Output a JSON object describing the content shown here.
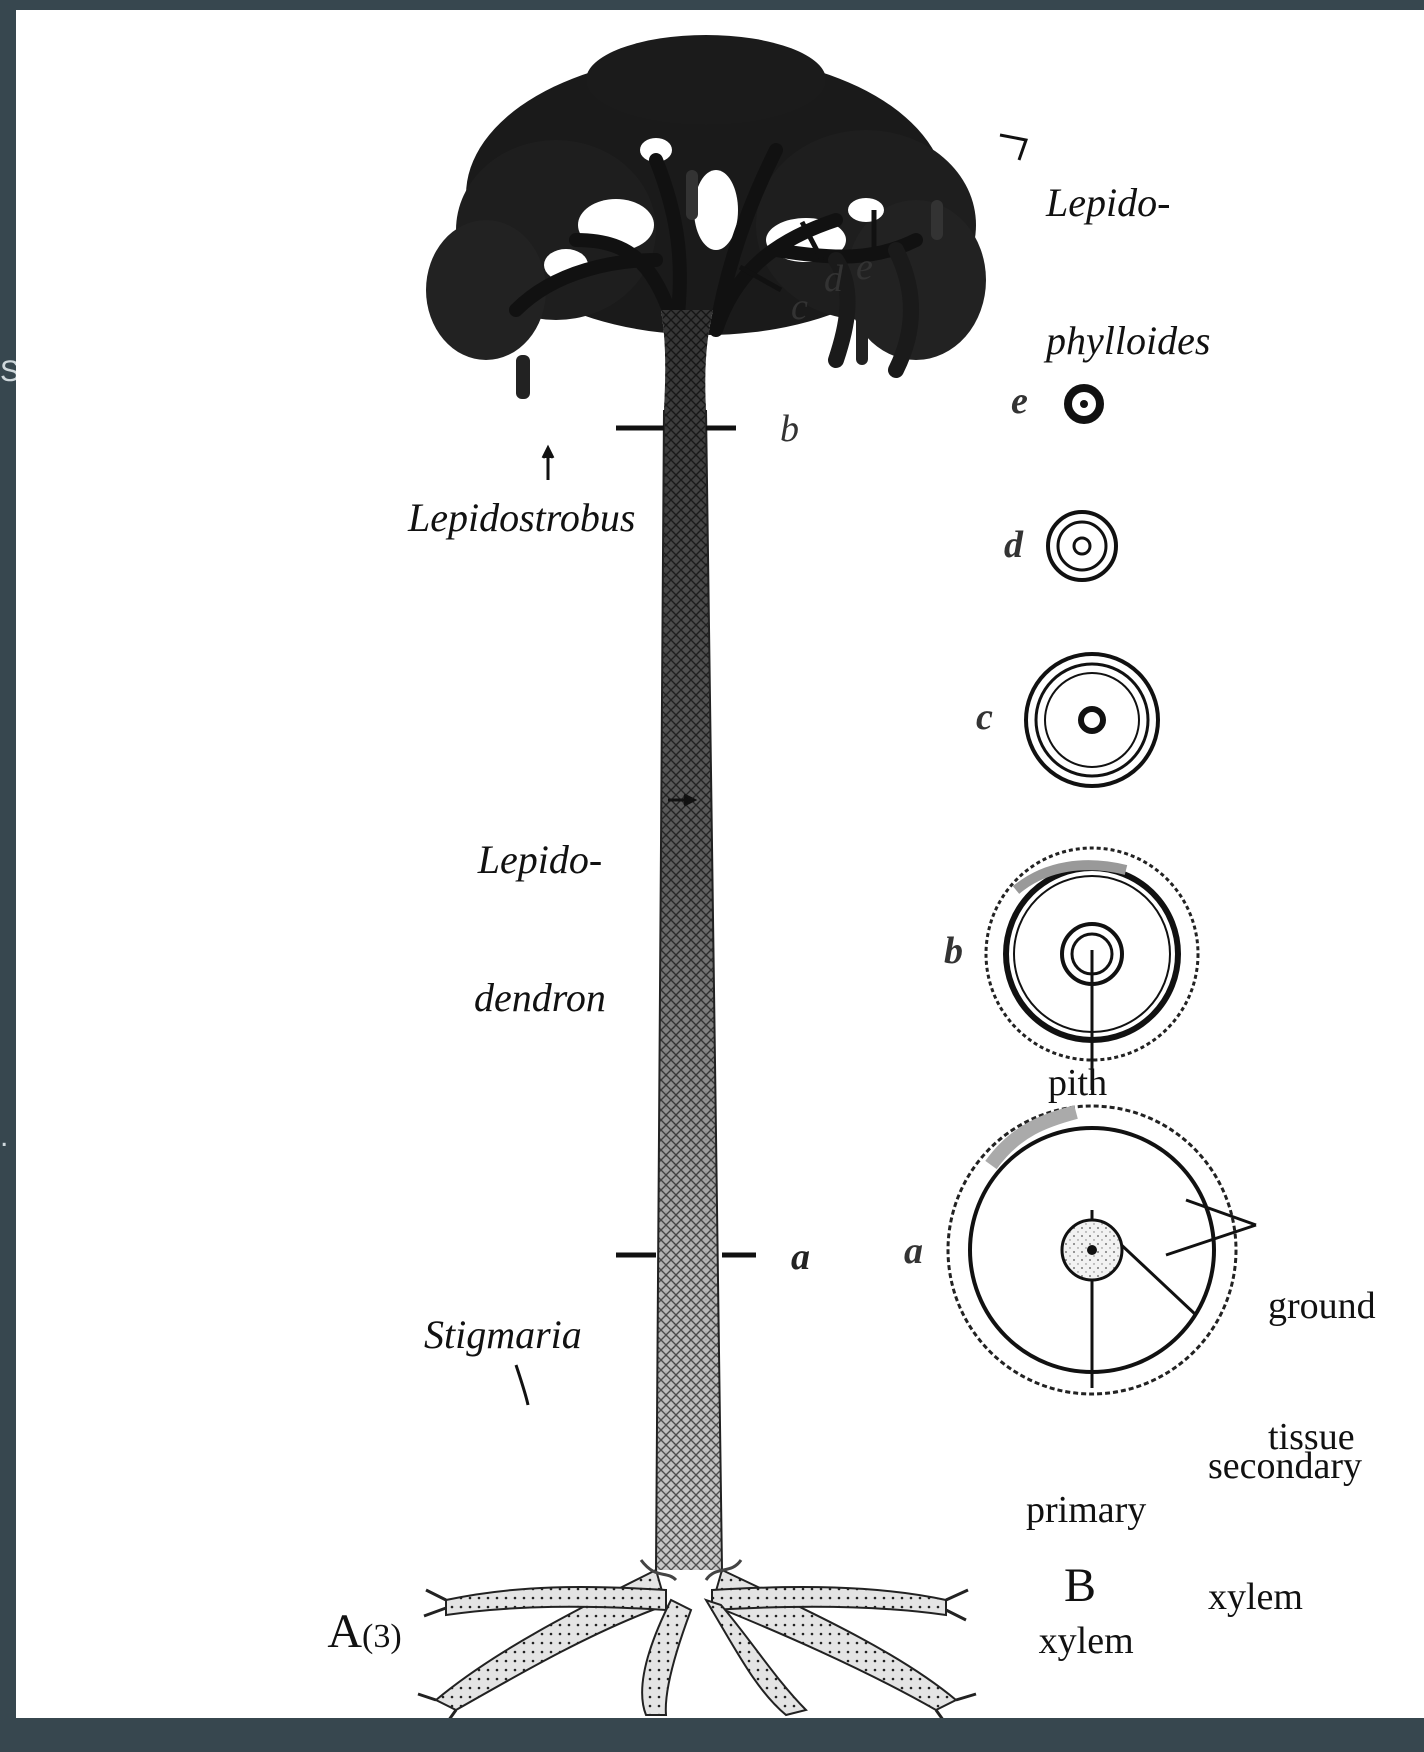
{
  "labels": {
    "lepidophylloides_1": "Lepido-",
    "lepidophylloides_2": "phylloides",
    "lepidostrobus": "Lepidostrobus",
    "lepidodendron_1": "Lepido-",
    "lepidodendron_2": "dendron",
    "stigmaria": "Stigmaria",
    "pith": "pith",
    "ground_tissue_1": "ground",
    "ground_tissue_2": "tissue",
    "secondary_xylem_1": "secondary",
    "secondary_xylem_2": "xylem",
    "primary_xylem_1": "primary",
    "primary_xylem_2": "xylem"
  },
  "section_markers": {
    "a": "a",
    "b": "b",
    "c": "c",
    "d": "d",
    "e": "e"
  },
  "cross_sections": {
    "e": "e",
    "d": "d",
    "c": "c",
    "b": "b",
    "a": "a"
  },
  "panels": {
    "A_label": "A",
    "A_sub": "(3)",
    "B_label": "B"
  },
  "edge_glyphs": {
    "top": "S",
    "bottom": "."
  },
  "colors": {
    "frame": "#37474f",
    "ink": "#111111",
    "paper": "#ffffff"
  }
}
